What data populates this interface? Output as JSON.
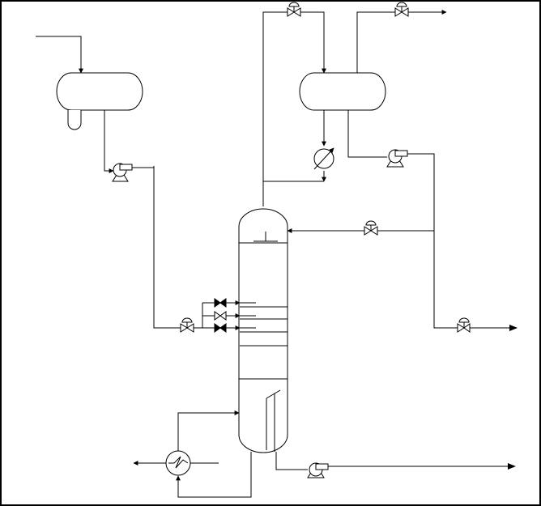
{
  "diagram": {
    "type": "process-flow-diagram",
    "colors": {
      "line": "#000000",
      "background": "#ffffff"
    },
    "equipment": [
      "feed-drum",
      "feed-pump",
      "distillation-column",
      "reflux-drum",
      "overhead-condenser",
      "reflux-pump",
      "reboiler",
      "bottoms-pump"
    ],
    "valves": [
      "feed-control-valve",
      "feed-inlet-valve-1",
      "feed-inlet-valve-2",
      "feed-inlet-valve-3",
      "reflux-control-valve",
      "distillate-control-valve",
      "vent-valve-overhead",
      "vent-valve-drum"
    ]
  }
}
